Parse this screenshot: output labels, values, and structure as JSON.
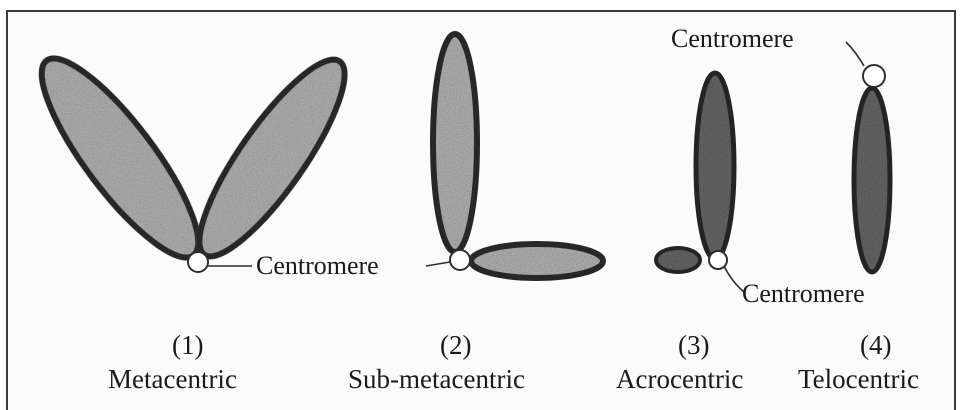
{
  "labels": {
    "centromere_1_2": "Centromere",
    "centromere_3": "Centromere",
    "centromere_4": "Centromere"
  },
  "types": [
    {
      "number": "(1)",
      "name": "Metacentric"
    },
    {
      "number": "(2)",
      "name": "Sub-metacentric"
    },
    {
      "number": "(3)",
      "name": "Acrocentric"
    },
    {
      "number": "(4)",
      "name": "Telocentric"
    }
  ],
  "colors": {
    "chromatid_fill": "#b8b8b8",
    "chromatid_outline": "#2e2e2e",
    "chromatid_dark_fill": "#5a5a5a",
    "centromere_fill": "#ffffff"
  }
}
